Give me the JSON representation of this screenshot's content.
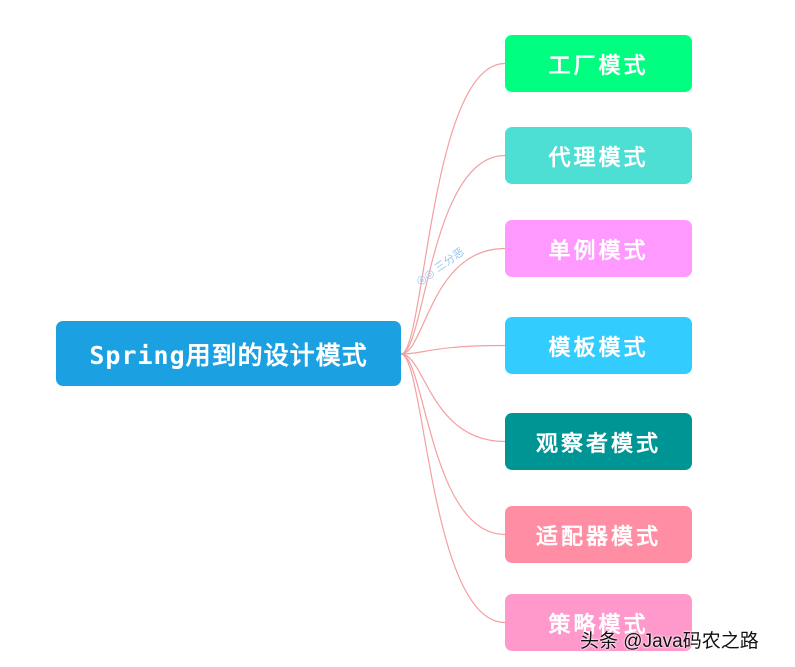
{
  "root": {
    "label": "Spring用到的设计模式",
    "color": "#1ba1e2"
  },
  "children": [
    {
      "label": "工厂模式",
      "color": "#00ff80"
    },
    {
      "label": "代理模式",
      "color": "#4dded4"
    },
    {
      "label": "单例模式",
      "color": "#ff99ff"
    },
    {
      "label": "模板模式",
      "color": "#33ccff"
    },
    {
      "label": "观察者模式",
      "color": "#009595"
    },
    {
      "label": "适配器模式",
      "color": "#ff8ea4"
    },
    {
      "label": "策略模式",
      "color": "#ff99cc"
    }
  ],
  "edge_color": "#f4a0a0",
  "watermark": "头条 @Java码农之路",
  "watermark2": "三分恶"
}
